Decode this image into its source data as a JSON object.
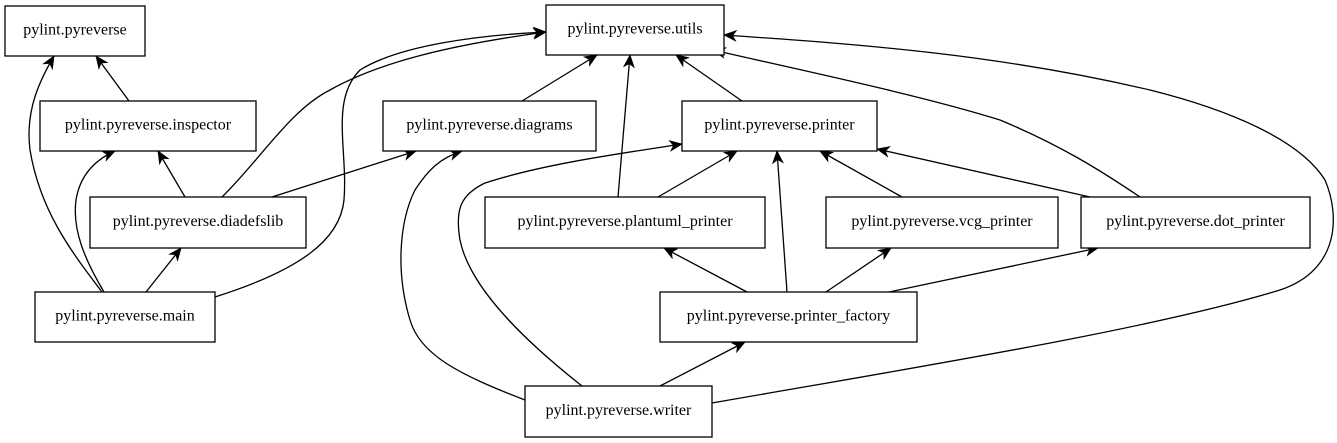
{
  "modules": {
    "pyreverse": "pylint.pyreverse",
    "utils": "pylint.pyreverse.utils",
    "inspector": "pylint.pyreverse.inspector",
    "diagrams": "pylint.pyreverse.diagrams",
    "printer": "pylint.pyreverse.printer",
    "diadefslib": "pylint.pyreverse.diadefslib",
    "plantuml_printer": "pylint.pyreverse.plantuml_printer",
    "vcg_printer": "pylint.pyreverse.vcg_printer",
    "dot_printer": "pylint.pyreverse.dot_printer",
    "main": "pylint.pyreverse.main",
    "printer_factory": "pylint.pyreverse.printer_factory",
    "writer": "pylint.pyreverse.writer"
  },
  "dependencies": [
    {
      "from": "inspector",
      "to": "pyreverse"
    },
    {
      "from": "main",
      "to": "pyreverse"
    },
    {
      "from": "diagrams",
      "to": "utils"
    },
    {
      "from": "printer",
      "to": "utils"
    },
    {
      "from": "plantuml_printer",
      "to": "utils"
    },
    {
      "from": "dot_printer",
      "to": "utils"
    },
    {
      "from": "diadefslib",
      "to": "utils"
    },
    {
      "from": "main",
      "to": "utils"
    },
    {
      "from": "writer",
      "to": "utils"
    },
    {
      "from": "diadefslib",
      "to": "inspector"
    },
    {
      "from": "main",
      "to": "inspector"
    },
    {
      "from": "diadefslib",
      "to": "diagrams"
    },
    {
      "from": "writer",
      "to": "diagrams"
    },
    {
      "from": "plantuml_printer",
      "to": "printer"
    },
    {
      "from": "vcg_printer",
      "to": "printer"
    },
    {
      "from": "dot_printer",
      "to": "printer"
    },
    {
      "from": "printer_factory",
      "to": "printer"
    },
    {
      "from": "writer",
      "to": "printer"
    },
    {
      "from": "main",
      "to": "diadefslib"
    },
    {
      "from": "printer_factory",
      "to": "plantuml_printer"
    },
    {
      "from": "printer_factory",
      "to": "vcg_printer"
    },
    {
      "from": "printer_factory",
      "to": "dot_printer"
    },
    {
      "from": "writer",
      "to": "printer_factory"
    }
  ]
}
